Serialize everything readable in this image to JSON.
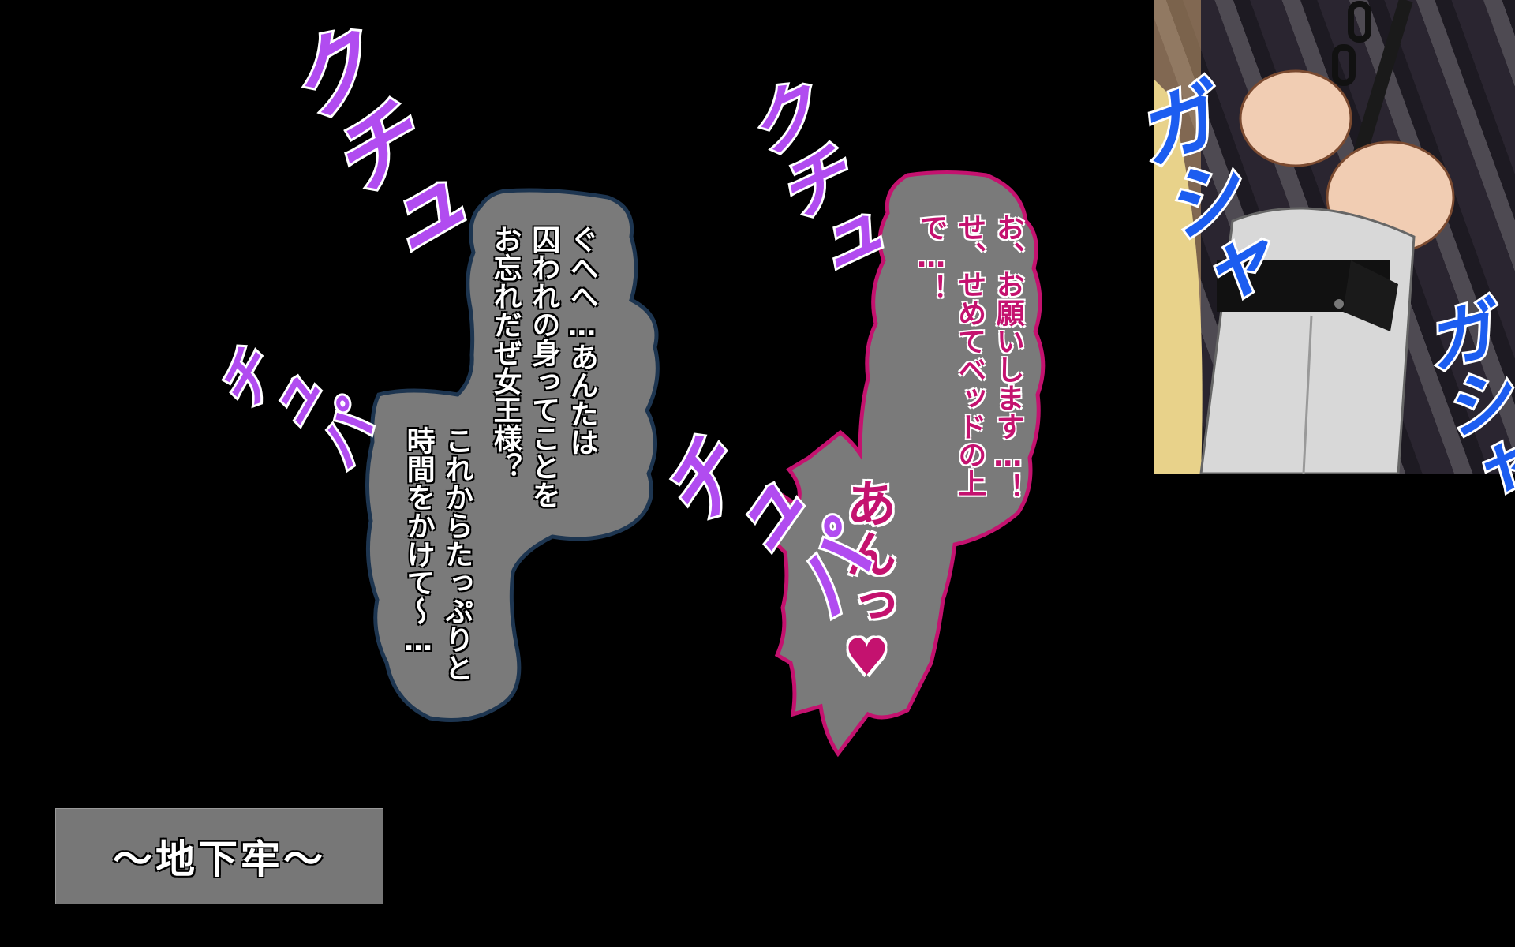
{
  "speech_villain": {
    "line1": "ぐへへ…あんたは",
    "line2": "囚われの身ってことを",
    "line3": "お忘れだぜ女王様？",
    "line4": "これからたっぷりと",
    "line5": "時間をかけて～…"
  },
  "speech_heroine": {
    "line1": "お、お願いします…！",
    "line2": "せ、せめてベッドの上で…！",
    "moan": "あんっ♥"
  },
  "sfx": {
    "kuchu_1": "クチュ",
    "kuchu_2": "クチュ",
    "chupa_small": "チュパ",
    "chupa_large": "チュパ",
    "gasha_1": "ガシャ",
    "gasha_2": "ガシャ"
  },
  "location_label": "～地下牢～",
  "colors": {
    "background": "#000000",
    "bubble_fill": "#7a7a7a",
    "villain_outline": "#1d3550",
    "heroine_outline": "#c4126f",
    "heroine_text": "#c4126f",
    "sfx_purple": "#b14cf0",
    "sfx_blue": "#1c5df0"
  }
}
